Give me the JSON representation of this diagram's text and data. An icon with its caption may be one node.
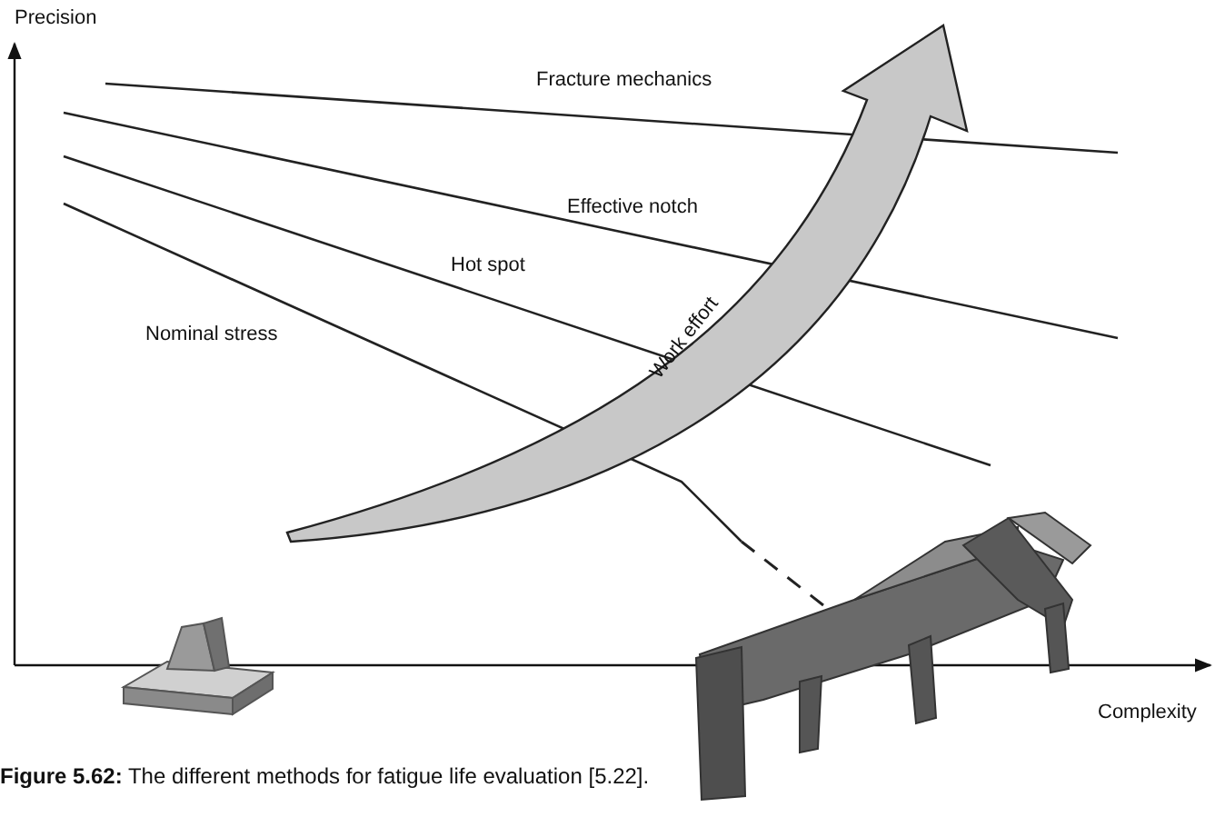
{
  "diagram": {
    "caption": "**Figure 5.62:** The different methods for fatigue life evaluation [5.22].",
    "labels": [
      "Precision",
      "Fracture mechanics",
      "Effective notch",
      "Hot spot",
      "Nominal stress",
      "Work effort",
      "Complexity"
    ]
  }
}
